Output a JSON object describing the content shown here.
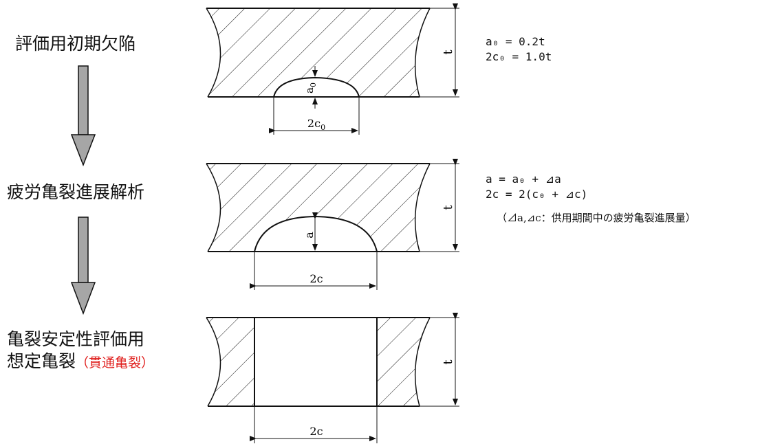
{
  "steps": [
    {
      "label": "評価用初期欠陥"
    },
    {
      "label": "疲労亀裂進展解析"
    },
    {
      "label_line1": "亀裂安定性評価用",
      "label_line2": "想定亀裂",
      "note": "（貫通亀裂）"
    }
  ],
  "diagrams": {
    "thickness_label": "t",
    "d1": {
      "depth_label": "a0",
      "width_label": "2c0"
    },
    "d2": {
      "depth_label": "a",
      "width_label": "2c"
    },
    "d3": {
      "width_label": "2c"
    }
  },
  "formulas": {
    "f1": [
      "a₀ = 0.2t",
      "2c₀ = 1.0t"
    ],
    "f2": [
      "a = a₀ + ⊿a",
      "2c = 2(c₀ + ⊿c)"
    ],
    "f2_note": "（⊿a,⊿c：供用期間中の疲労亀裂進展量）"
  },
  "colors": {
    "accent_red": "#e0201e",
    "arrow_fill": "#a6a6a6",
    "line": "#111111"
  }
}
